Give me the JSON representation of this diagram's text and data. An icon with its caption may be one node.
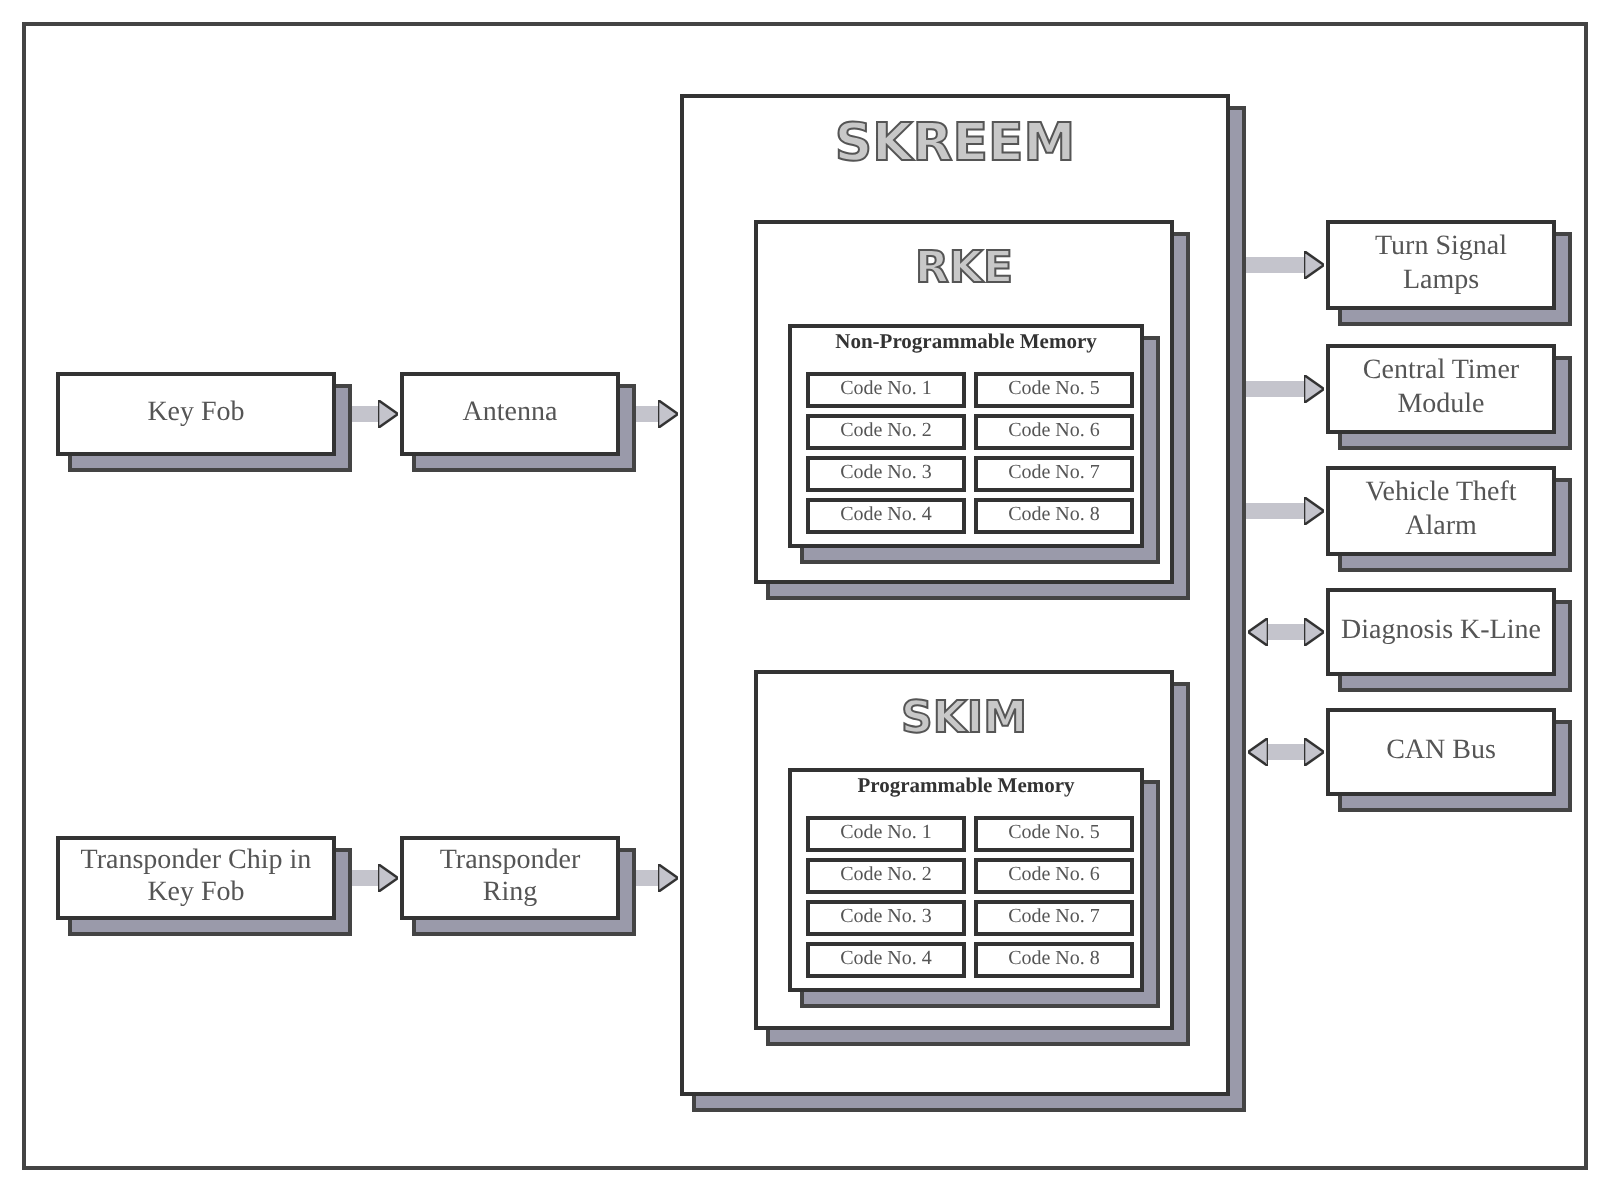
{
  "diagram": {
    "nodes": [
      {
        "text": [
          "Key Fob"
        ]
      },
      {
        "text": [
          "Antenna"
        ]
      },
      {
        "text": [
          "SKREEM"
        ]
      },
      {
        "text": [
          "RKE"
        ],
        "in": 2
      },
      {
        "text": [
          "Non-Programmable Memory"
        ],
        "in": 3
      },
      {
        "text": [
          "Code No. 1"
        ],
        "in": 4
      },
      {
        "text": [
          "Code No. 5"
        ],
        "in": 4
      },
      {
        "text": [
          "Code No. 2"
        ],
        "in": 4
      },
      {
        "text": [
          "Code No. 6"
        ],
        "in": 4
      },
      {
        "text": [
          "Code No. 3"
        ],
        "in": 4
      },
      {
        "text": [
          "Code No. 7"
        ],
        "in": 4
      },
      {
        "text": [
          "Code No. 4"
        ],
        "in": 4
      },
      {
        "text": [
          "Code No. 8"
        ],
        "in": 4
      },
      {
        "text": [
          "SKIM"
        ],
        "in": 2
      },
      {
        "text": [
          "Programmable Memory"
        ],
        "in": 13
      },
      {
        "text": [
          "Code No. 1"
        ],
        "in": 14
      },
      {
        "text": [
          "Code No. 5"
        ],
        "in": 14
      },
      {
        "text": [
          "Code No. 2"
        ],
        "in": 14
      },
      {
        "text": [
          "Code No. 6"
        ],
        "in": 14
      },
      {
        "text": [
          "Code No. 3"
        ],
        "in": 14
      },
      {
        "text": [
          "Code No. 7"
        ],
        "in": 14
      },
      {
        "text": [
          "Code No. 4"
        ],
        "in": 14
      },
      {
        "text": [
          "Code No. 8"
        ],
        "in": 14
      },
      {
        "text": [
          "Transponder Chip in Key Fob"
        ]
      },
      {
        "text": [
          "Transponder Ring"
        ]
      },
      {
        "text": [
          "Turn Signal Lamps"
        ]
      },
      {
        "text": [
          "Central Timer Module"
        ]
      },
      {
        "text": [
          "Vehicle Theft Alarm"
        ]
      },
      {
        "text": [
          "Diagnosis K-Line"
        ]
      },
      {
        "text": [
          "CAN Bus"
        ]
      }
    ],
    "edges": [
      {
        "from": 0,
        "to": 1,
        "arrow": "to"
      },
      {
        "from": 1,
        "to": 2,
        "arrow": "to"
      },
      {
        "from": 23,
        "to": 24,
        "arrow": "to"
      },
      {
        "from": 24,
        "to": 2,
        "arrow": "to"
      },
      {
        "from": 2,
        "to": 25,
        "arrow": "to"
      },
      {
        "from": 2,
        "to": 26,
        "arrow": "to"
      },
      {
        "from": 2,
        "to": 27,
        "arrow": "to"
      },
      {
        "from": 2,
        "to": 28,
        "arrow": "both"
      },
      {
        "from": 2,
        "to": 29,
        "arrow": "both"
      }
    ]
  }
}
